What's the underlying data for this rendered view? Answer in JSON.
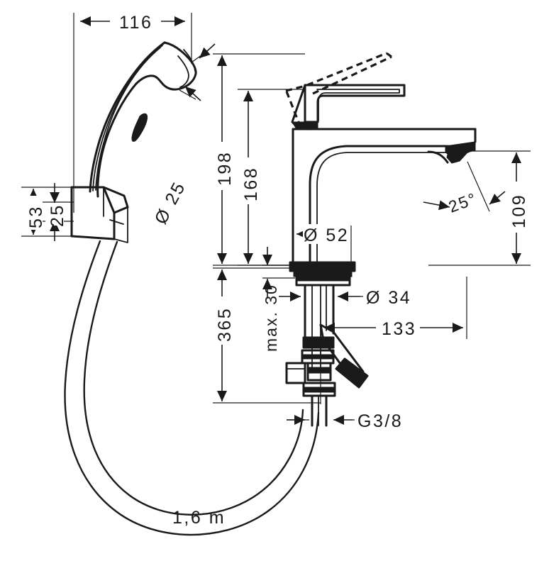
{
  "drawing": {
    "title": "Single lever basin mixer with bidette hand shower — technical dimension drawing",
    "line_color": "#1a1a1a",
    "background": "#ffffff",
    "units_note": "mm unless stated"
  },
  "dimensions": {
    "handshower_width": "116",
    "handshower_spray_diameter": "Ø 25",
    "bracket_total_height": "53",
    "bracket_inner_height": "25",
    "spout_height_total": "198",
    "spout_height_outlet": "168",
    "hose_length_below": "365",
    "max_deck_thickness": "max. 30",
    "escutcheon_diameter": "Ø 52",
    "shank_diameter": "Ø 34",
    "projection": "133",
    "aerator_angle": "25°",
    "spout_reach_height": "109",
    "connection_thread": "G3/8",
    "hose_length": "1,6 m"
  },
  "labels": [
    {
      "id": "width-116",
      "text": "116",
      "orientation": "horizontal"
    },
    {
      "id": "dia-25",
      "text": "Ø 25",
      "orientation": "rotated"
    },
    {
      "id": "height-53",
      "text": "53",
      "orientation": "vertical"
    },
    {
      "id": "height-25",
      "text": "25",
      "orientation": "vertical"
    },
    {
      "id": "height-198",
      "text": "198",
      "orientation": "vertical"
    },
    {
      "id": "height-168",
      "text": "168",
      "orientation": "vertical"
    },
    {
      "id": "height-365",
      "text": "365",
      "orientation": "vertical"
    },
    {
      "id": "max-30",
      "text": "max. 30",
      "orientation": "vertical"
    },
    {
      "id": "dia-52",
      "text": "Ø 52",
      "orientation": "horizontal"
    },
    {
      "id": "dia-34",
      "text": "Ø 34",
      "orientation": "horizontal"
    },
    {
      "id": "reach-133",
      "text": "133",
      "orientation": "horizontal"
    },
    {
      "id": "angle-25",
      "text": "25°",
      "orientation": "rotated"
    },
    {
      "id": "height-109",
      "text": "109",
      "orientation": "vertical"
    },
    {
      "id": "thread-g38",
      "text": "G3/8",
      "orientation": "horizontal"
    },
    {
      "id": "hose-1-6m",
      "text": "1,6 m",
      "orientation": "horizontal"
    }
  ]
}
